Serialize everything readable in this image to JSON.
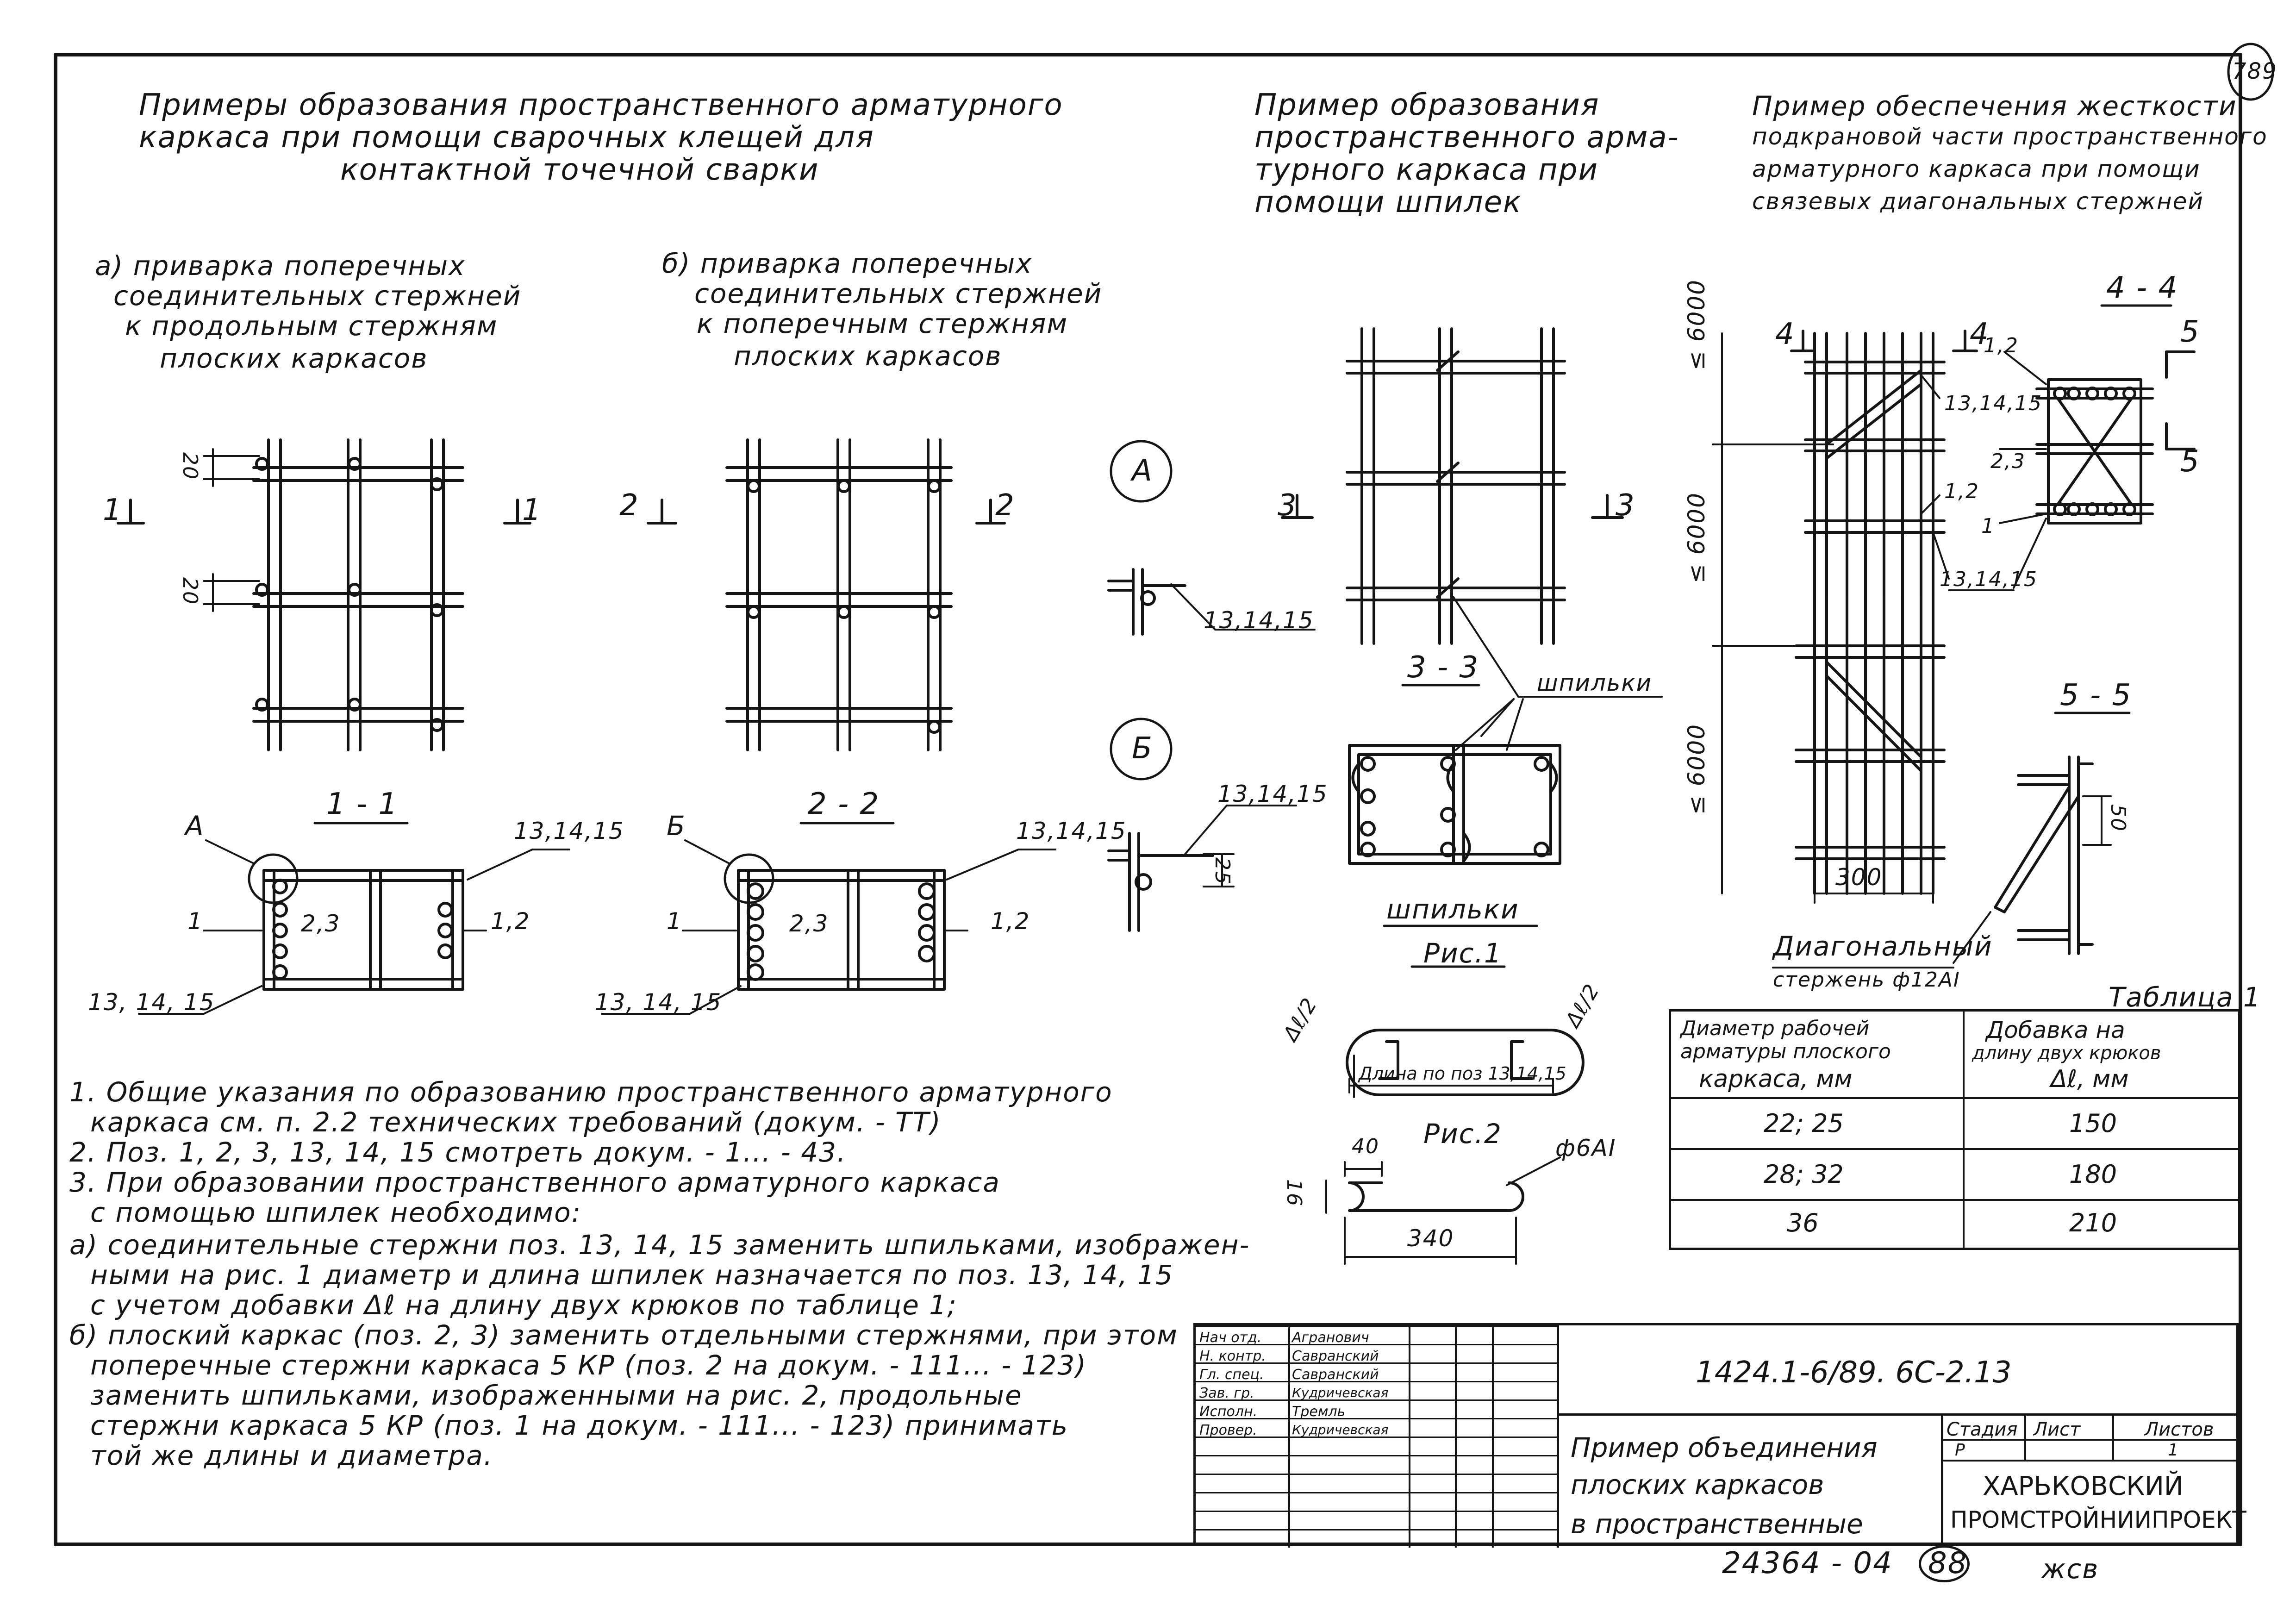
{
  "sheet_number": "789",
  "headings": {
    "main_1": "Примеры образования пространственного арматурного",
    "main_2": "каркаса при помощи сварочных клещей для",
    "main_3": "контактной точечной сварки",
    "pins_1": "Пример образования",
    "pins_2": "пространственного арма-",
    "pins_3": "турного каркаса при",
    "pins_4": "помощи шпилек",
    "rigid_1": "Пример обеспечения жесткости",
    "rigid_2": "подкрановой части пространственного",
    "rigid_3": "арматурного каркаса при помощи",
    "rigid_4": "связевых диагональных стержней"
  },
  "sub_a": [
    "а) приварка поперечных",
    "соединительных стержней",
    "к продольным стержням",
    "плоских каркасов"
  ],
  "sub_b": [
    "б) приварка поперечных",
    "соединительных стержней",
    "к поперечным стержням",
    "плоских каркасов"
  ],
  "labels": {
    "dim_20": "20",
    "cut_1": "1",
    "cut_2": "2",
    "cut_3": "3",
    "cut_4": "4",
    "cut_5": "5",
    "section_1_1": "1 - 1",
    "section_2_2": "2 - 2",
    "section_3_3": "3 - 3",
    "section_4_4": "4 - 4",
    "section_5_5": "5 - 5",
    "node_a": "А",
    "node_b": "Б",
    "pos_13_14_15": "13,14,15",
    "pos_13_14_15_sp": "13, 14, 15",
    "pos_1": "1",
    "pos_1_2": "1,2",
    "pos_2_3": "2,3",
    "dim_25": "25",
    "dim_50": "50",
    "dim_300": "300",
    "dim_6000": "≤ 6000",
    "pins": "шпильки",
    "pins_caption": "шпильки",
    "fig_1": "Рис.1",
    "fig_2": "Рис.2",
    "dl2": "Δℓ/2",
    "pin_length": "Длина по поз 13,14,15",
    "dim_40": "40",
    "dim_16": "16",
    "dim_340": "340",
    "rebar": "ф6АI",
    "diagonal_1": "Диагональный",
    "diagonal_2": "стержень ф12АI"
  },
  "notes": [
    "1. Общие указания по образованию пространственного арматурного",
    "каркаса см. п. 2.2 технических требований (докум. - ТТ)",
    "2. Поз. 1, 2, 3, 13, 14, 15 смотреть докум. - 1... - 43.",
    "3. При образовании пространственного арматурного каркаса",
    "с помощью шпилек необходимо:",
    "а) соединительные стержни поз. 13, 14, 15 заменить шпильками, изображен-",
    "ными на рис. 1 диаметр и длина шпилек назначается по поз. 13, 14, 15",
    "с учетом добавки Δℓ на длину двух крюков по таблице 1;",
    "б) плоский каркас (поз. 2, 3) заменить отдельными стержнями, при этом",
    "поперечные стержни каркаса 5 КР (поз. 2 на докум. - 111... - 123)",
    "заменить шпильками, изображенными на рис. 2, продольные",
    "стержни каркаса 5 КР (поз. 1 на докум. - 111... - 123) принимать",
    "той же длины и диаметра."
  ],
  "table": {
    "title": "Таблица 1",
    "col1_header": [
      "Диаметр рабочей",
      "арматуры плоского",
      "каркаса, мм"
    ],
    "col2_header": [
      "Добавка на",
      "длину двух крюков",
      "Δℓ, мм"
    ],
    "rows": [
      {
        "diameter": "22; 25",
        "addition": "150"
      },
      {
        "diameter": "28; 32",
        "addition": "180"
      },
      {
        "diameter": "36",
        "addition": "210"
      }
    ]
  },
  "title_block": {
    "roles": [
      "Нач отд.",
      "Н. контр.",
      "Гл. спец.",
      "Зав. гр.",
      "Исполн.",
      "Провер."
    ],
    "names": [
      "Агранович",
      "Савранский",
      "Савранский",
      "Кудричевская",
      "Тремль",
      "Кудричевская"
    ],
    "doc_code": "1424.1-6/89. 6С-2.13",
    "title_1": "Пример объединения",
    "title_2": "плоских каркасов",
    "title_3": "в пространственные",
    "stage_label": "Стадия",
    "sheet_label": "Лист",
    "sheets_label": "Листов",
    "stage": "Р",
    "sheet": "1",
    "org_1": "ХАРЬКОВСКИЙ",
    "org_2": "ПРОМСТРОЙНИИПРОЕКТ"
  },
  "footer": {
    "archive_no": "24364 - 04",
    "page_no": "88",
    "initials": "жсв"
  }
}
